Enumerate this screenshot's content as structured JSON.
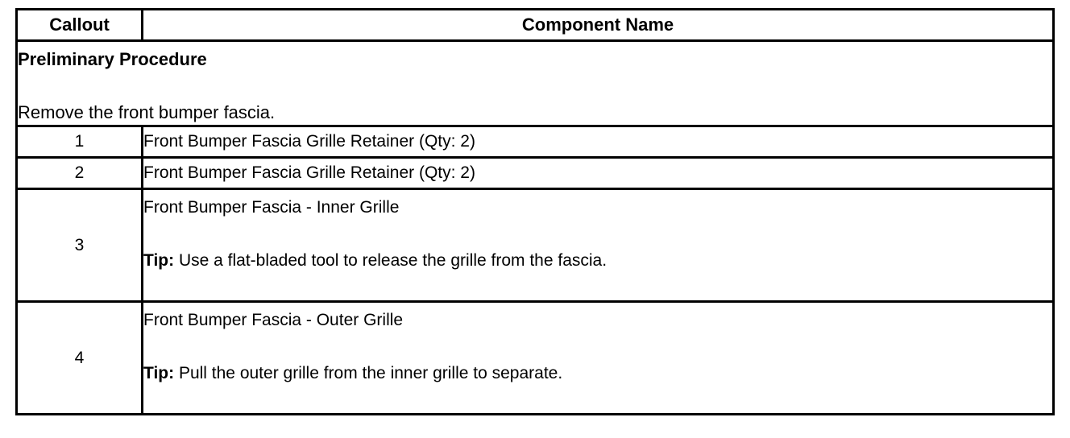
{
  "header": {
    "callout": "Callout",
    "component_name": "Component Name"
  },
  "preliminary": {
    "title": "Preliminary Procedure",
    "text": "Remove the front bumper fascia."
  },
  "rows": [
    {
      "callout": "1",
      "name": "Front Bumper Fascia Grille Retainer (Qty: 2)"
    },
    {
      "callout": "2",
      "name": "Front Bumper Fascia Grille Retainer (Qty: 2)"
    },
    {
      "callout": "3",
      "name": "Front Bumper Fascia - Inner Grille",
      "tip_label": "Tip:",
      "tip": " Use a flat-bladed tool to release the grille from the fascia."
    },
    {
      "callout": "4",
      "name": "Front Bumper Fascia - Outer Grille",
      "tip_label": "Tip:",
      "tip": " Pull the outer grille from the inner grille to separate."
    }
  ]
}
